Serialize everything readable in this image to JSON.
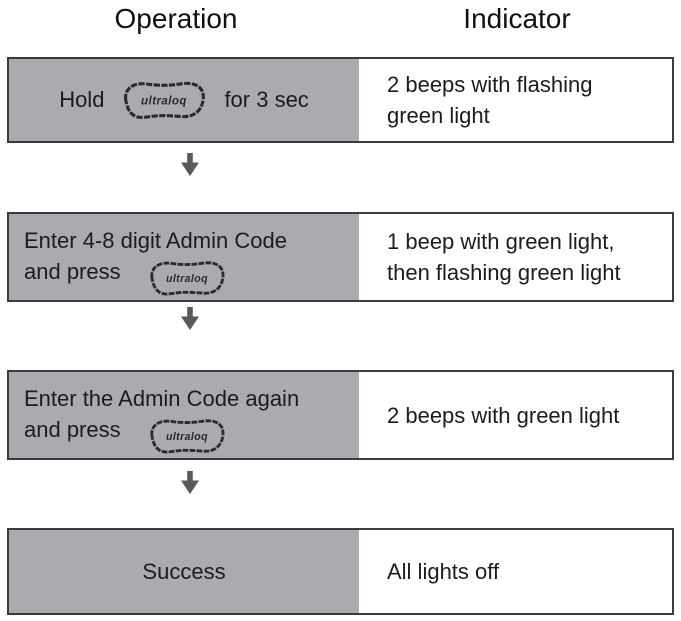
{
  "title_row": {
    "operation": "Operation",
    "indicator": "Indicator"
  },
  "logo": {
    "text": "ultraloq"
  },
  "steps": [
    {
      "operation_before": "Hold",
      "operation_after": "for 3 sec",
      "indicator": "2 beeps with flashing\ngreen light"
    },
    {
      "operation": "Enter 4-8 digit Admin Code\nand press",
      "indicator": "1 beep with green light,\nthen flashing green light"
    },
    {
      "operation": "Enter the Admin Code again\nand press",
      "indicator": "2 beeps with green light"
    },
    {
      "operation": "Success",
      "indicator": "All lights off"
    }
  ],
  "colors": {
    "cell_gray": "#a9abae",
    "row_border": "#3b3b3d",
    "arrow": "#59595b",
    "text": "#1c1c1e",
    "logo_stroke": "#2b2b2b"
  }
}
